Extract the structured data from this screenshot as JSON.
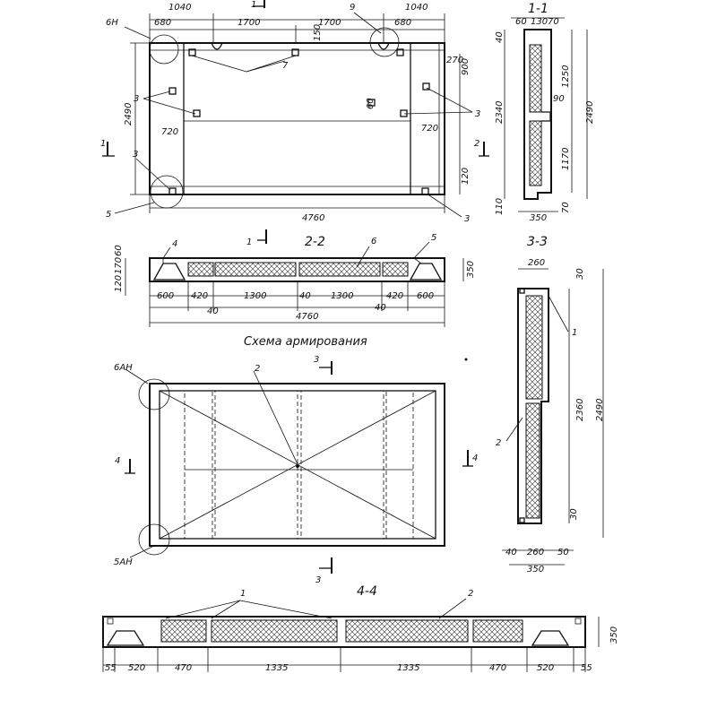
{
  "plan": {
    "dims_top": [
      "1040",
      "680",
      "1700",
      "1700",
      "1040",
      "680"
    ],
    "dim_overall": "4760",
    "dim_left": "2490",
    "dim_right": [
      "270",
      "900",
      "720",
      "120"
    ],
    "dim_inner": [
      "150",
      "720",
      "60"
    ],
    "callouts": [
      "6H",
      "9",
      "7",
      "3",
      "3",
      "3",
      "5",
      "3",
      "1",
      "1",
      "2"
    ]
  },
  "section_11": {
    "title": "1-1",
    "dims_top": [
      "60",
      "130",
      "70"
    ],
    "dims_side": [
      "40",
      "2340",
      "1250",
      "90",
      "1170",
      "2490",
      "110",
      "70"
    ],
    "dim_bottom": "350"
  },
  "section_22": {
    "title": "2-2",
    "dims_bottom": [
      "600",
      "420",
      "1300",
      "40",
      "1300",
      "420",
      "600"
    ],
    "dims_small": [
      "40",
      "40"
    ],
    "dim_overall": "4760",
    "dims_left": [
      "60",
      "170",
      "120"
    ],
    "dim_right": "350",
    "callouts": [
      "4",
      "6",
      "5",
      "1"
    ]
  },
  "scheme": {
    "title": "Схема армирования",
    "callouts": [
      "6АН",
      "2",
      "3",
      "4",
      "4",
      "5АН",
      "3"
    ]
  },
  "section_33": {
    "title": "3-3",
    "dim_top": "260",
    "dims_side": [
      "30",
      "2360",
      "2490",
      "30"
    ],
    "dims_bottom": [
      "40",
      "260",
      "50"
    ],
    "dim_overall": "350",
    "callouts": [
      "1",
      "2"
    ]
  },
  "section_44": {
    "title": "4-4",
    "dims_bottom": [
      "55",
      "520",
      "470",
      "1335",
      "1335",
      "470",
      "520",
      "55"
    ],
    "dim_right": "350",
    "callouts": [
      "1",
      "2"
    ]
  }
}
